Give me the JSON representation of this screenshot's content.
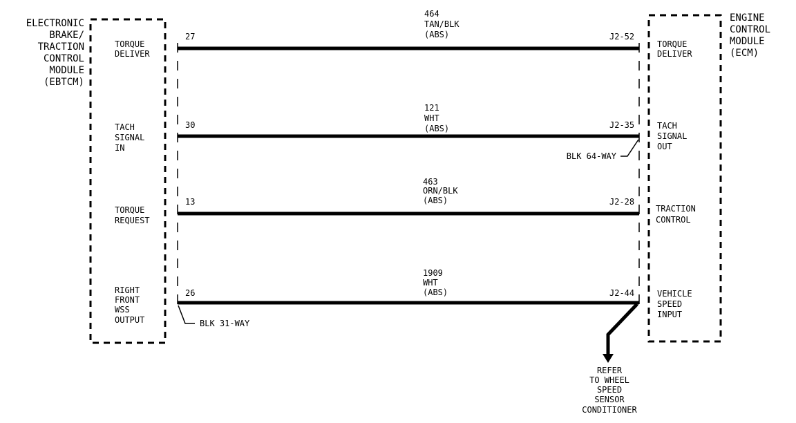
{
  "left_module": {
    "title_lines": [
      "ELECTRONIC",
      "BRAKE/",
      "TRACTION",
      "CONTROL",
      "MODULE",
      "(EBTCM)"
    ],
    "connector": "BLK 31-WAY"
  },
  "right_module": {
    "title_lines": [
      "ENGINE",
      "CONTROL",
      "MODULE",
      "(ECM)"
    ],
    "connector": "BLK 64-WAY"
  },
  "circuits": [
    {
      "left_terminal": [
        "TORQUE",
        "DELIVER"
      ],
      "left_pin": "27",
      "circuit_number": "464",
      "wire_color": "TAN/BLK",
      "system": "(ABS)",
      "right_pin": "J2-52",
      "right_terminal": [
        "TORQUE",
        "DELIVER"
      ]
    },
    {
      "left_terminal": [
        "TACH",
        "SIGNAL",
        "IN"
      ],
      "left_pin": "30",
      "circuit_number": "121",
      "wire_color": "WHT",
      "system": "(ABS)",
      "right_pin": "J2-35",
      "right_terminal": [
        "TACH",
        "SIGNAL",
        "OUT"
      ]
    },
    {
      "left_terminal": [
        "TORQUE",
        "REQUEST"
      ],
      "left_pin": "13",
      "circuit_number": "463",
      "wire_color": "ORN/BLK",
      "system": "(ABS)",
      "right_pin": "J2-28",
      "right_terminal": [
        "TRACTION",
        "CONTROL"
      ]
    },
    {
      "left_terminal": [
        "RIGHT",
        "FRONT",
        "WSS",
        "OUTPUT"
      ],
      "left_pin": "26",
      "circuit_number": "1909",
      "wire_color": "WHT",
      "system": "(ABS)",
      "right_pin": "J2-44",
      "right_terminal": [
        "VEHICLE",
        "SPEED",
        "INPUT"
      ]
    }
  ],
  "reference": {
    "lines": [
      "REFER",
      "TO WHEEL",
      "SPEED",
      "SENSOR",
      "CONDITIONER"
    ]
  }
}
